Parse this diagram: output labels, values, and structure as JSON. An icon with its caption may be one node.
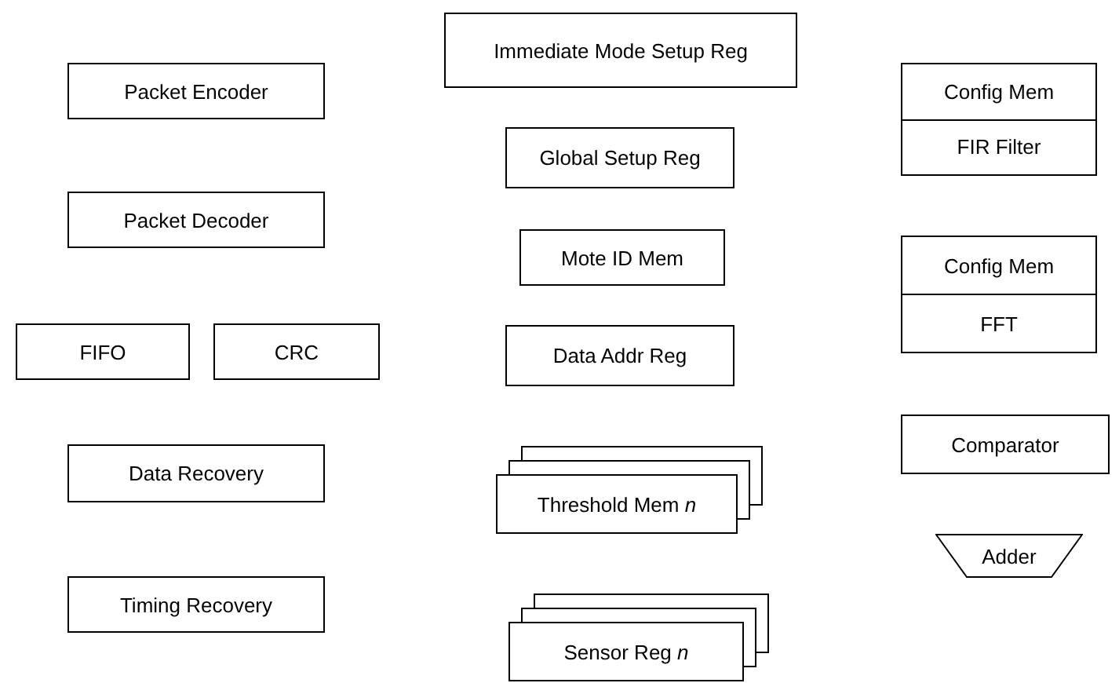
{
  "diagram": {
    "nodes": [
      {
        "text": [
          "Immediate Mode Setup Reg"
        ]
      },
      {
        "text": [
          "Packet Encoder"
        ]
      },
      {
        "text": [
          "Config Mem",
          "FIR Filter"
        ]
      },
      {
        "text": [
          "Global Setup Reg"
        ]
      },
      {
        "text": [
          "Packet Decoder"
        ]
      },
      {
        "text": [
          "Mote ID Mem"
        ]
      },
      {
        "text": [
          "Config Mem",
          "FFT"
        ]
      },
      {
        "text": [
          "FIFO"
        ]
      },
      {
        "text": [
          "CRC"
        ]
      },
      {
        "text": [
          "Data Addr Reg"
        ]
      },
      {
        "text": [
          "Comparator"
        ]
      },
      {
        "text": [
          "Data Recovery"
        ]
      },
      {
        "text": [
          "Threshold Mem *n*"
        ]
      },
      {
        "text": [
          "Adder"
        ]
      },
      {
        "text": [
          "Timing Recovery"
        ]
      },
      {
        "text": [
          "Sensor Reg *n*"
        ]
      }
    ]
  }
}
